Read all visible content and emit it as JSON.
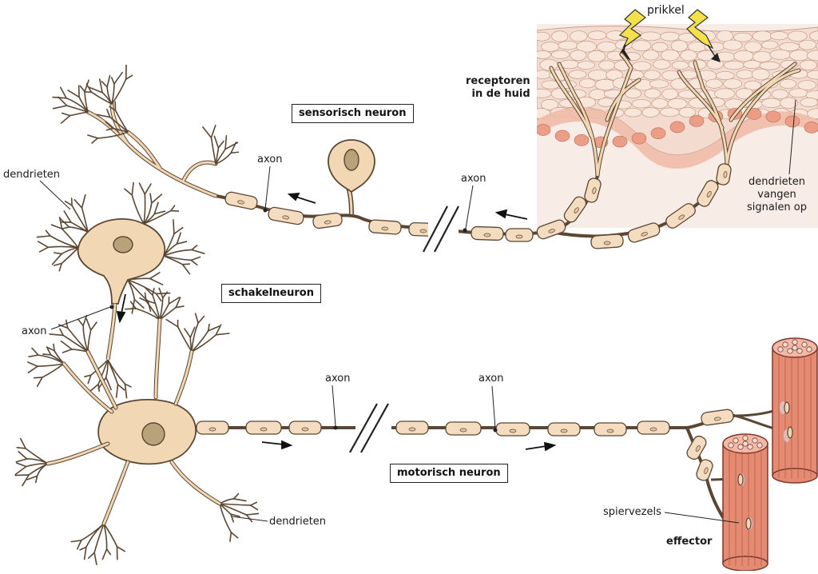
{
  "labels": {
    "prikkel": "prikkel",
    "receptoren_line1": "receptoren",
    "receptoren_line2": "in de huid",
    "sensorisch_neuron": "sensorisch neuron",
    "schakelneuron": "schakelneuron",
    "motorisch_neuron": "motorisch neuron",
    "dendrieten_top_left": "dendrieten",
    "dendrieten_bottom": "dendrieten",
    "dendrieten_vangen_line1": "dendrieten",
    "dendrieten_vangen_line2": "vangen",
    "dendrieten_vangen_line3": "signalen op",
    "axon_sensory_left": "axon",
    "axon_sensory_right": "axon",
    "axon_relay": "axon",
    "axon_motor_left": "axon",
    "axon_motor_right": "axon",
    "spiervezels": "spiervezels",
    "effector": "effector"
  },
  "colors": {
    "neuron_fill": "#f2d7b4",
    "neuron_stroke": "#5a4632",
    "myelin_fill": "#f4dcc0",
    "nucleus_fill": "#b8a27a",
    "skin_top": "#f3dccf",
    "skin_cells": "#f0b9a4",
    "skin_deep": "#f7ece6",
    "muscle_fill": "#e58b74",
    "muscle_stroke": "#7a3a2c",
    "bolt_fill": "#f4e04a"
  },
  "icons": [
    "lightning-bolt-icon",
    "direction-arrow-icon",
    "axon-break-icon"
  ]
}
